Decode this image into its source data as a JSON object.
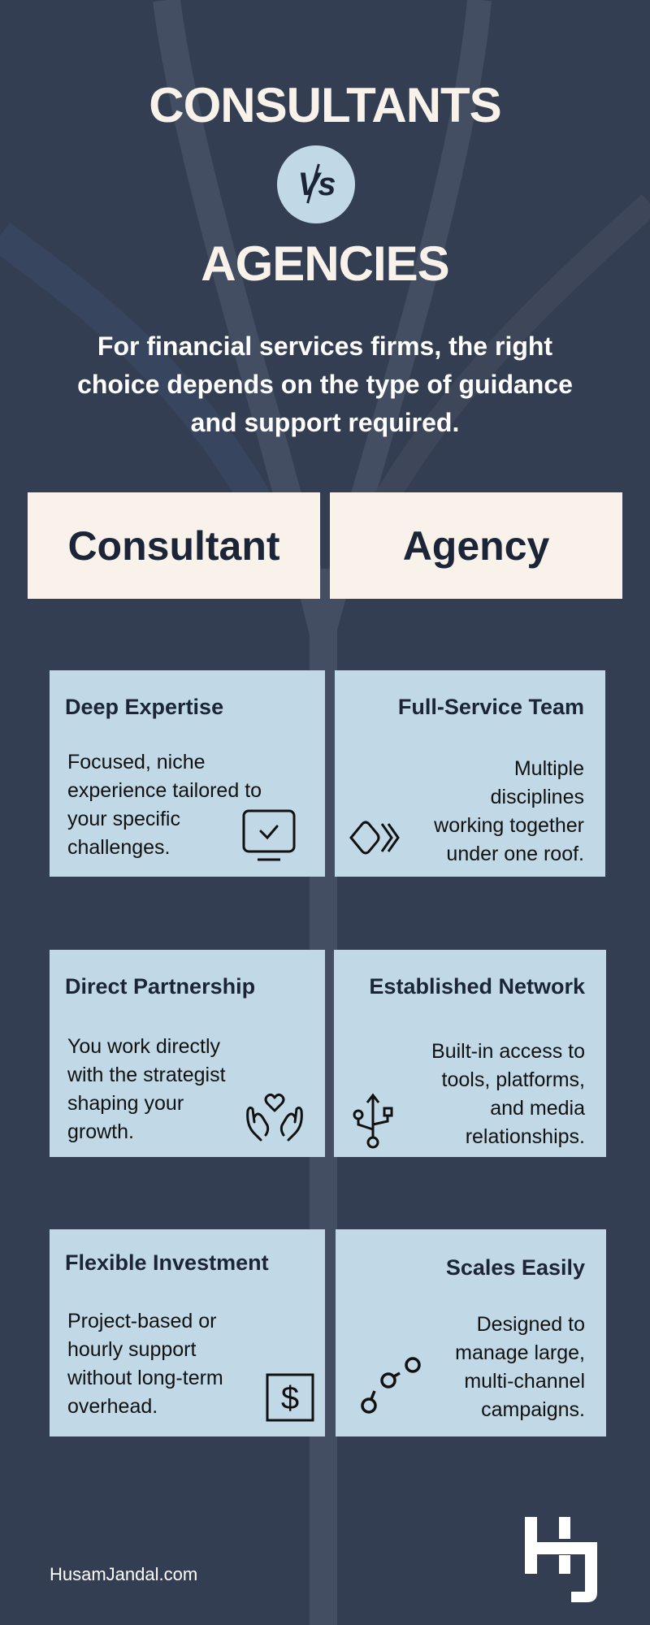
{
  "header": {
    "title_top": "CONSULTANTS",
    "vs_label": "Vs",
    "title_bottom": "AGENCIES",
    "intro": "For financial services firms, the right choice depends on the type of guidance and support required."
  },
  "columns": {
    "left_label": "Consultant",
    "right_label": "Agency"
  },
  "rows": [
    {
      "consultant": {
        "title": "Deep Expertise",
        "body": [
          "Focused, niche",
          "experience tailored to",
          "your specific",
          "challenges."
        ],
        "icon": "monitor-check-icon"
      },
      "agency": {
        "title": "Full-Service Team",
        "body": [
          "Multiple",
          "disciplines",
          "working together",
          "under one roof."
        ],
        "icon": "forward-chevrons-icon"
      }
    },
    {
      "consultant": {
        "title": "Direct Partnership",
        "body": [
          "You work directly",
          "with the strategist",
          "shaping your",
          "growth."
        ],
        "icon": "hands-heart-icon"
      },
      "agency": {
        "title": "Established Network",
        "body": [
          "Built-in access to",
          "tools, platforms,",
          "and media",
          "relationships."
        ],
        "icon": "usb-icon"
      }
    },
    {
      "consultant": {
        "title": "Flexible Investment",
        "body": [
          "Project-based or",
          "hourly support",
          "without long-term",
          "overhead."
        ],
        "icon": "dollar-box-icon"
      },
      "agency": {
        "title": "Scales Easily",
        "body": [
          "Designed to",
          "manage large,",
          "multi-channel",
          "campaigns."
        ],
        "icon": "connected-nodes-icon"
      }
    }
  ],
  "footer": {
    "website": "HusamJandal.com",
    "logo_text": "HJ"
  },
  "colors": {
    "background": "#343e52",
    "accent_light_blue": "#c1d9e6",
    "cream": "#f8f2ea",
    "navy_text": "#1b2537",
    "stripe": "#434e62"
  }
}
